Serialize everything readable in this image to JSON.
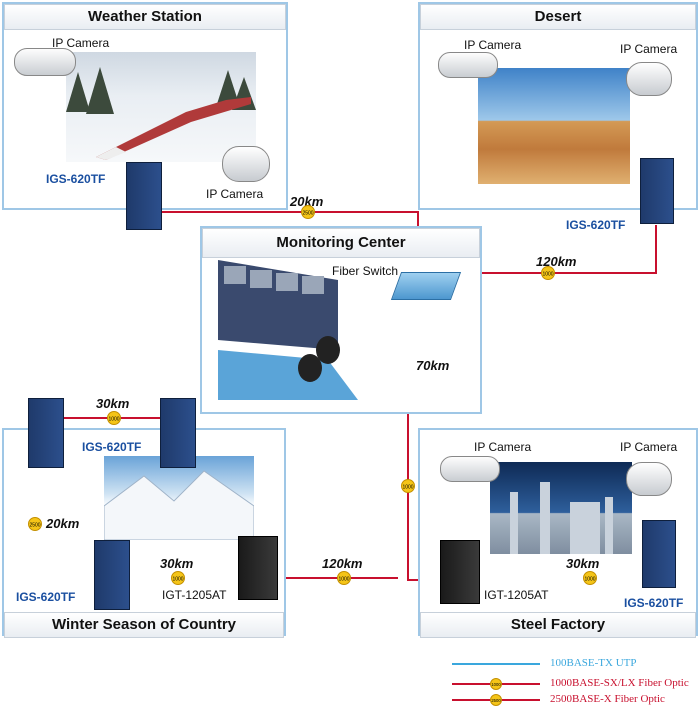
{
  "sites": {
    "weather_station": {
      "title": "Weather Station",
      "camera1": "IP Camera",
      "camera2": "IP Camera",
      "switch": "IGS-620TF"
    },
    "desert": {
      "title": "Desert",
      "camera1": "IP Camera",
      "camera2": "IP Camera",
      "switch": "IGS-620TF"
    },
    "monitoring_center": {
      "title": "Monitoring Center",
      "fiber_switch": "Fiber Switch"
    },
    "winter": {
      "title": "Winter Season of Country",
      "switch_top_left": "IGS-620TF",
      "switch_bottom": "IGS-620TF",
      "media_converter": "IGT-1205AT"
    },
    "steel_factory": {
      "title": "Steel Factory",
      "camera1": "IP Camera",
      "camera2": "IP Camera",
      "media_converter": "IGT-1205AT",
      "switch": "IGS-620TF"
    }
  },
  "links": {
    "weather_to_center": {
      "distance": "20km",
      "badge": "2500"
    },
    "desert_to_center": {
      "distance": "120km",
      "badge": "1000"
    },
    "center_to_factory": {
      "distance": "70km",
      "badge": "1000"
    },
    "winter_top": {
      "distance": "30km",
      "badge": "1000"
    },
    "winter_left": {
      "distance": "20km",
      "badge": "2500"
    },
    "winter_bottom": {
      "distance": "30km",
      "badge": "1000"
    },
    "winter_to_factory": {
      "distance": "120km",
      "badge": "1000"
    },
    "factory_bottom": {
      "distance": "30km",
      "badge": "1000"
    }
  },
  "legend": {
    "utp": {
      "label": "100BASE-TX UTP",
      "color": "#3aa7dd"
    },
    "fiber_1000": {
      "label": "1000BASE-SX/LX Fiber Optic",
      "color": "#c8102e",
      "badge": "1000"
    },
    "fiber_2500": {
      "label": "2500BASE-X Fiber Optic",
      "color": "#c8102e",
      "badge": "2500"
    }
  }
}
